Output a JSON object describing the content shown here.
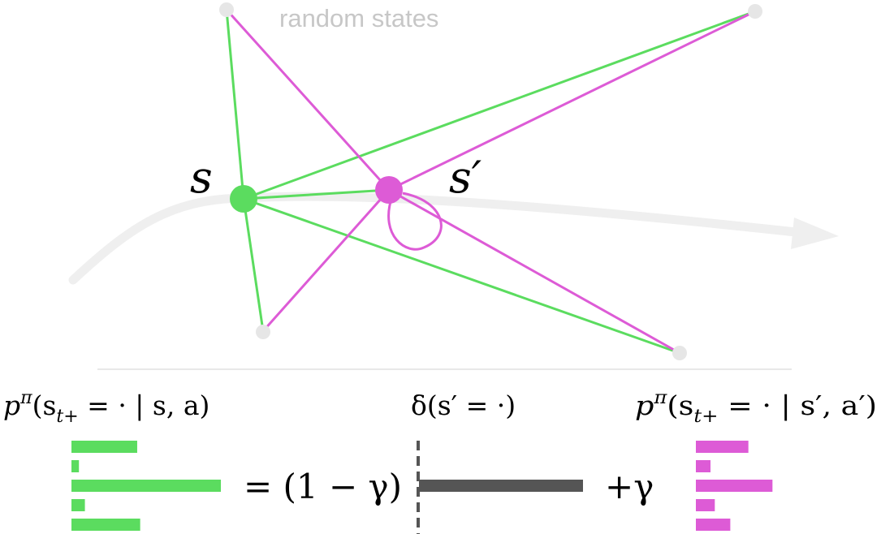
{
  "diagram": {
    "label_random_states": "random states",
    "node_s": {
      "label": "s",
      "color": "#5bdc5f"
    },
    "node_s_prime": {
      "label": "s′",
      "color": "#dd5bd6"
    },
    "trajectory_color": "#efefef",
    "random_state_color": "#e6e6e6",
    "divider_color": "#e8e8e8"
  },
  "equation": {
    "lhs_label": "p^π(s_t+ = · | s, a)",
    "lhs_parts": {
      "p": "p",
      "pi": "π",
      "open": "(s",
      "sub": "t+",
      "rest": " = · | s, a)"
    },
    "delta_label": "δ(s′ = ·)",
    "rhs_label": "p^π(s_t+ = · | s′, a′)",
    "rhs_parts": {
      "p": "p",
      "pi": "π",
      "open": "(s",
      "sub": "t+",
      "rest": " = · | s′, a′)"
    },
    "equals_term": "= (1 − γ)",
    "plus_term": "+γ",
    "green_bars": [
      0.44,
      0.05,
      1.0,
      0.09,
      0.46
    ],
    "magenta_bars": [
      0.61,
      0.17,
      0.89,
      0.22,
      0.4
    ],
    "delta_color": "#555555"
  }
}
